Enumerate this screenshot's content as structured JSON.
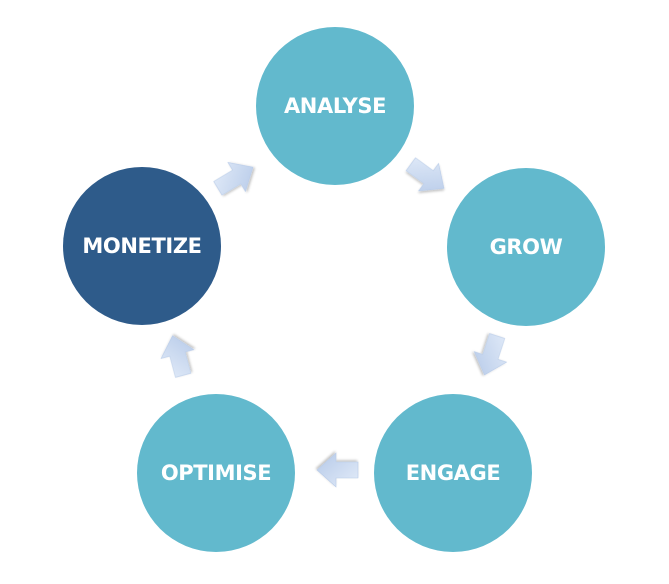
{
  "diagram": {
    "nodes": [
      {
        "id": "analyse",
        "label": "ANALYSE",
        "color": "#62b9cd"
      },
      {
        "id": "grow",
        "label": "GROW",
        "color": "#62b9cd"
      },
      {
        "id": "engage",
        "label": "ENGAGE",
        "color": "#62b9cd"
      },
      {
        "id": "optimise",
        "label": "OPTIMISE",
        "color": "#62b9cd"
      },
      {
        "id": "monetize",
        "label": "MONETIZE",
        "color": "#2e5b8a"
      }
    ],
    "arrow_color": "#c9d9f0",
    "arrow_icon": "chevron-arrow-icon"
  }
}
